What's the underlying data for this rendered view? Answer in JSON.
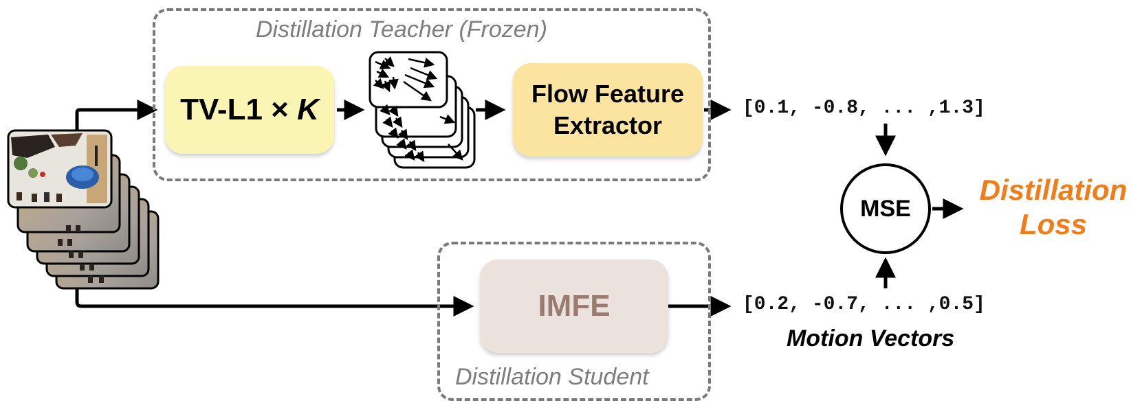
{
  "teacher": {
    "label": "Distillation Teacher (Frozen)",
    "tvl1_label": "TV-L1 ×",
    "tvl1_var": "K",
    "extractor_label_line1": "Flow Feature",
    "extractor_label_line2": "Extractor",
    "output_vector": "[0.1, -0.8, ... ,1.3]"
  },
  "student": {
    "label": "Distillation Student",
    "imfe_label": "IMFE",
    "output_vector": "[0.2, -0.7, ... ,0.5]"
  },
  "mse": {
    "label": "MSE"
  },
  "loss": {
    "line1": "Distillation",
    "line2": "Loss"
  },
  "motion_vectors_label": "Motion Vectors",
  "colors": {
    "tvl1_fill": "#fbf5b3",
    "extractor_fill": "#fbe3a0",
    "imfe_fill": "#ece2dd",
    "imfe_text": "#9a7b6e",
    "loss_text": "#f07d1a",
    "dashed_border": "#7a7a7a"
  }
}
